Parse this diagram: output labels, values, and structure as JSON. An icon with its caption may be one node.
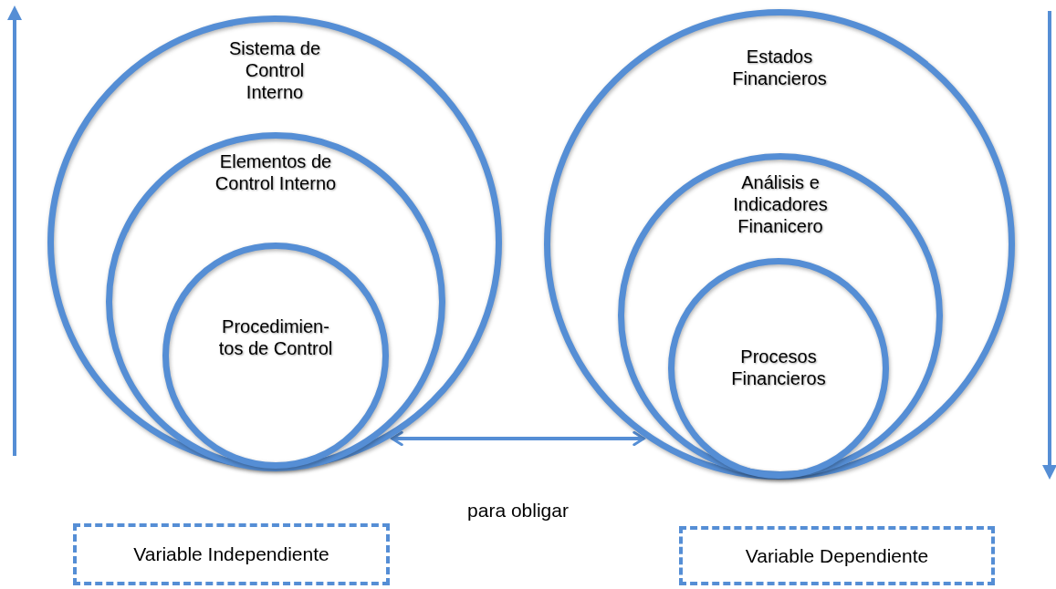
{
  "diagram": {
    "nodes": [
      {
        "text": [
          "Sistema de Control Interno"
        ]
      },
      {
        "text": [
          "Elementos de Control Interno"
        ],
        "in": 0
      },
      {
        "text": [
          "Procedimien- tos de Control"
        ],
        "in": 1
      },
      {
        "text": [
          "Estados Financieros"
        ]
      },
      {
        "text": [
          "Análisis e Indicadores Finanicero"
        ],
        "in": 3
      },
      {
        "text": [
          "Procesos Financieros"
        ],
        "in": 4
      },
      {
        "text": [
          "Variable Independiente"
        ]
      },
      {
        "text": [
          "Variable Dependiente"
        ]
      }
    ],
    "edges": [
      {
        "from": 0,
        "to": 3,
        "arrow": "both",
        "label": "para obligar"
      }
    ]
  }
}
